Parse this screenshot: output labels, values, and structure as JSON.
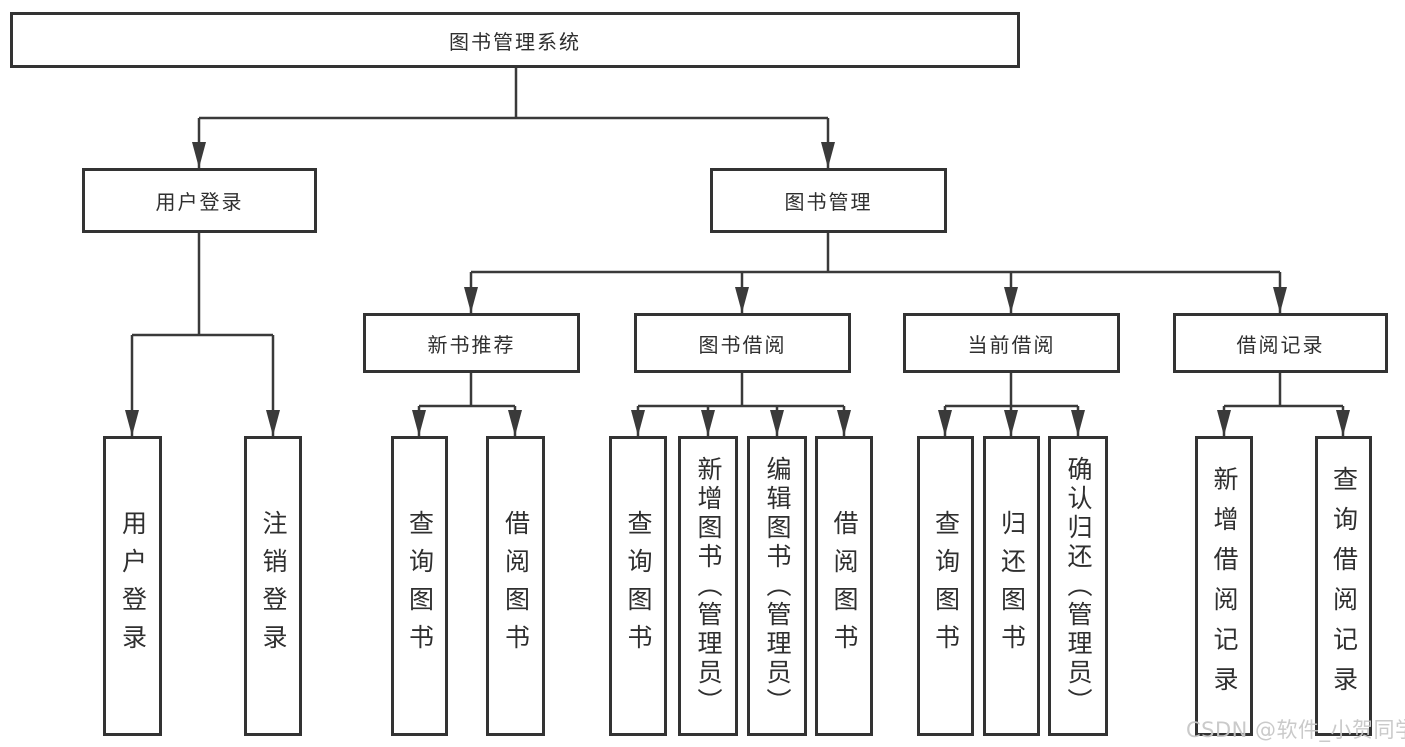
{
  "diagram": {
    "nodes": {
      "root": "图书管理系统",
      "user_login": "用户登录",
      "book_management": "图书管理",
      "new_book_recommend": "新书推荐",
      "book_borrowing": "图书借阅",
      "current_borrowing": "当前借阅",
      "borrowing_records": "借阅记录",
      "leaves": {
        "user_login_leaf": "用户登录",
        "logout": "注销登录",
        "query_books_a": "查询图书",
        "borrow_books_a": "借阅图书",
        "query_books_b": "查询图书",
        "add_book_admin": "新增图书（管理员）",
        "edit_book_admin": "编辑图书（管理员）",
        "borrow_books_b": "借阅图书",
        "query_books_c": "查询图书",
        "return_books": "归还图书",
        "confirm_return_admin": "确认归还（管理员）",
        "add_borrow_record": "新增借阅记录",
        "query_borrow_record": "查询借阅记录"
      }
    },
    "colors": {
      "line": "#3a3a3a",
      "box_border": "#333333",
      "box_fill": "#ffffff",
      "text": "#2f2f2f",
      "watermark_text": "#c8c8c8"
    }
  },
  "watermark": "CSDN @软件_小贺同学"
}
